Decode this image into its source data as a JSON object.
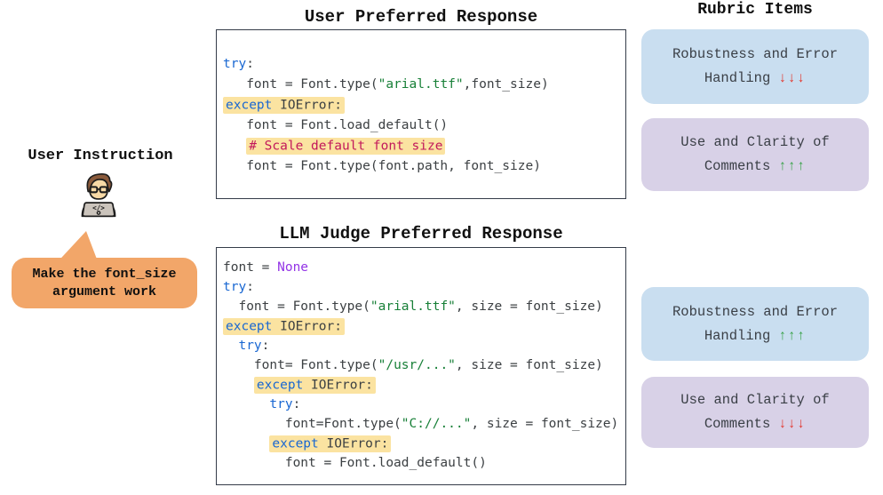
{
  "palette": {
    "keyword": "#1967D2",
    "string": "#188038",
    "plain": "#3C4043",
    "none_literal": "#9334E6",
    "comment": "#C2185B",
    "highlight": "#FBE3A1",
    "bubble": "#F2A669",
    "box_blue": "#C9DEF0",
    "box_purple": "#D8D1E7",
    "arrow_up": "#3BA24B",
    "arrow_down": "#E3342A"
  },
  "left": {
    "title": "User Instruction",
    "bubble": {
      "line1": "Make the font_size",
      "line2": "argument work"
    }
  },
  "user_block": {
    "title": "User Preferred Response",
    "lines": [
      [
        {
          "c": "kw",
          "t": "try"
        },
        {
          "c": "plain",
          "t": ":"
        }
      ],
      [
        {
          "c": "plain",
          "t": "   font = Font.type("
        },
        {
          "c": "str",
          "t": "\"arial.ttf\""
        },
        {
          "c": "plain",
          "t": ",font_size)"
        }
      ],
      [
        {
          "c": "kw",
          "t": "except",
          "hl": true
        },
        {
          "c": "plain",
          "t": " IOError:",
          "hl": true
        }
      ],
      [
        {
          "c": "plain",
          "t": "   font = Font.load_default()"
        }
      ],
      [
        {
          "c": "plain",
          "t": "   "
        },
        {
          "c": "comment",
          "t": "# Scale default font size",
          "hl": true
        }
      ],
      [
        {
          "c": "plain",
          "t": "   font = Font.type(font.path, font_size)"
        }
      ]
    ]
  },
  "judge_block": {
    "title": "LLM Judge Preferred Response",
    "lines": [
      [
        {
          "c": "plain",
          "t": "font = "
        },
        {
          "c": "none",
          "t": "None"
        }
      ],
      [
        {
          "c": "kw",
          "t": "try"
        },
        {
          "c": "plain",
          "t": ":"
        }
      ],
      [
        {
          "c": "plain",
          "t": "  font = Font.type("
        },
        {
          "c": "str",
          "t": "\"arial.ttf\""
        },
        {
          "c": "plain",
          "t": ", size = font_size)"
        }
      ],
      [
        {
          "c": "kw",
          "t": "except",
          "hl": true
        },
        {
          "c": "plain",
          "t": " IOError:",
          "hl": true
        }
      ],
      [
        {
          "c": "plain",
          "t": "  "
        },
        {
          "c": "kw",
          "t": "try"
        },
        {
          "c": "plain",
          "t": ":"
        }
      ],
      [
        {
          "c": "plain",
          "t": "    font= Font.type("
        },
        {
          "c": "str",
          "t": "\"/usr/...\""
        },
        {
          "c": "plain",
          "t": ", size = font_size)"
        }
      ],
      [
        {
          "c": "plain",
          "t": "    "
        },
        {
          "c": "kw",
          "t": "except",
          "hl": true
        },
        {
          "c": "plain",
          "t": " IOError:",
          "hl": true
        }
      ],
      [
        {
          "c": "plain",
          "t": "      "
        },
        {
          "c": "kw",
          "t": "try"
        },
        {
          "c": "plain",
          "t": ":"
        }
      ],
      [
        {
          "c": "plain",
          "t": "        font=Font.type("
        },
        {
          "c": "str",
          "t": "\"C://...\""
        },
        {
          "c": "plain",
          "t": ", size = font_size)"
        }
      ],
      [
        {
          "c": "plain",
          "t": "      "
        },
        {
          "c": "kw",
          "t": "except",
          "hl": true
        },
        {
          "c": "plain",
          "t": " IOError:",
          "hl": true
        }
      ],
      [
        {
          "c": "plain",
          "t": "        font = Font.load_default()"
        }
      ]
    ]
  },
  "rubric": {
    "title": "Rubric Items",
    "items": [
      {
        "line1": "Robustness and Error",
        "line2": "Handling",
        "arrows": "↓↓↓",
        "direction": "down",
        "bg": "blue"
      },
      {
        "line1": "Use and Clarity of",
        "line2": "Comments",
        "arrows": "↑↑↑",
        "direction": "up",
        "bg": "purple"
      },
      {
        "line1": "Robustness and Error",
        "line2": "Handling",
        "arrows": "↑↑↑",
        "direction": "up",
        "bg": "blue"
      },
      {
        "line1": "Use and Clarity of",
        "line2": "Comments",
        "arrows": "↓↓↓",
        "direction": "down",
        "bg": "purple"
      }
    ]
  }
}
